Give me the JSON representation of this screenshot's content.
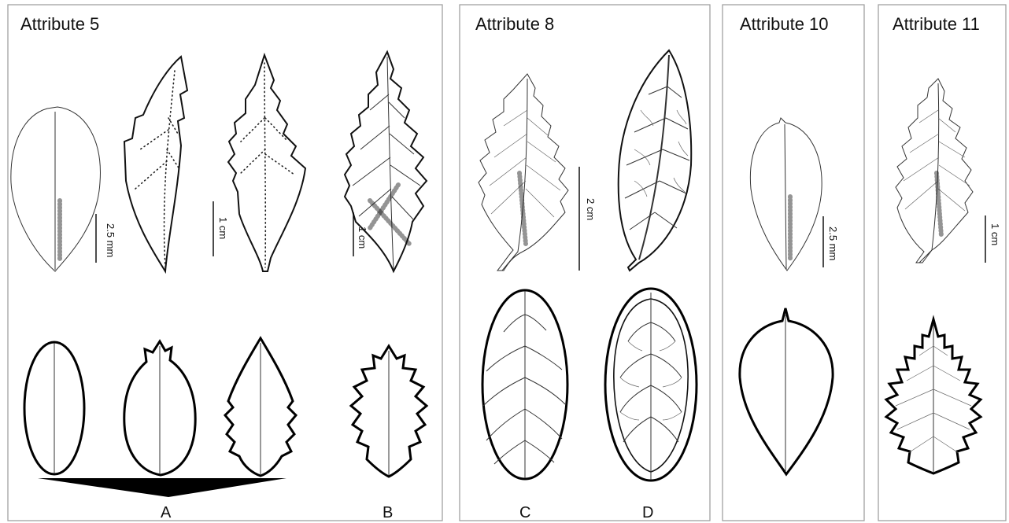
{
  "panels": [
    {
      "title": "Attribute 5",
      "letters": [
        "A",
        "B"
      ],
      "scales": [
        "2.5 mm",
        "1 cm",
        "1 cm"
      ]
    },
    {
      "title": "Attribute 8",
      "letters": [
        "C",
        "D"
      ],
      "scales": [
        "2 cm"
      ]
    },
    {
      "title": "Attribute 10",
      "letters": [],
      "scales": [
        "2.5 mm"
      ]
    },
    {
      "title": "Attribute 11",
      "letters": [],
      "scales": [
        "1 cm"
      ]
    }
  ]
}
